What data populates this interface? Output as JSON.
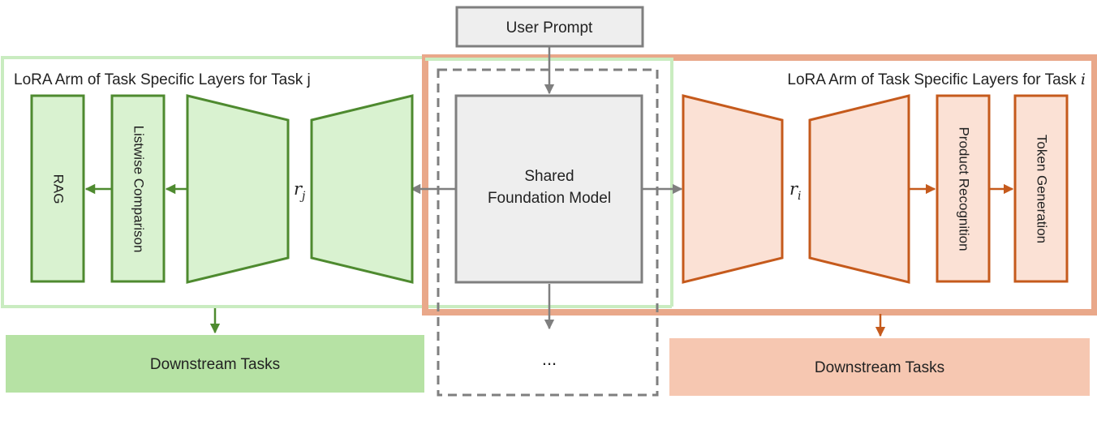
{
  "prompt": {
    "label": "User Prompt"
  },
  "foundation": {
    "line1": "Shared",
    "line2": "Foundation Model",
    "ellipsis": "..."
  },
  "left_arm": {
    "title": "LoRA Arm of Task Specific Layers for Task j",
    "rank_label": "r",
    "rank_sub": "j",
    "layer_rag": "RAG",
    "layer_listwise": "Listwise Comparison",
    "downstream": "Downstream Tasks"
  },
  "right_arm": {
    "title_text": "LoRA Arm of Task Specific Layers for Task ",
    "title_var": "i",
    "rank_label": "r",
    "rank_sub": "i",
    "layer_product": "Product Recognition",
    "layer_token": "Token Generation",
    "downstream": "Downstream Tasks"
  },
  "colors": {
    "green_fill": "#d9f2d0",
    "green_stroke": "#4e8a2f",
    "green_panel_border": "#c9ecc0",
    "green_downstream": "#b6e2a4",
    "orange_fill": "#fbe1d5",
    "orange_stroke": "#c55a1c",
    "orange_panel_border": "#e9a88a",
    "orange_downstream": "#f6c7b1",
    "gray_fill": "#eeeeee",
    "gray_stroke": "#7f7f7f"
  }
}
